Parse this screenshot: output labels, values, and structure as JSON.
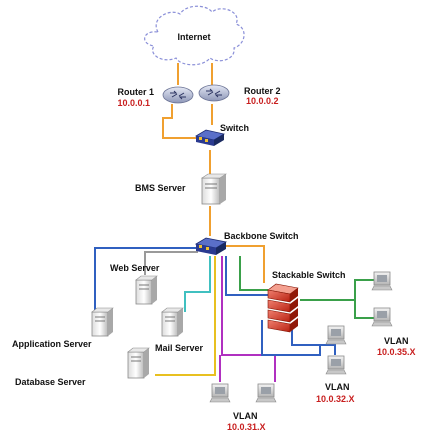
{
  "colors": {
    "orange": "#f0a030",
    "purple": "#b030c0",
    "green": "#3aa04a",
    "yellow": "#e8c020",
    "teal": "#40c0c0",
    "blue": "#3060c0",
    "gray": "#9a9a9a",
    "ip_red": "#c81e1e"
  },
  "nodes": {
    "internet": {
      "label": "Internet",
      "icon": "cloud-icon"
    },
    "router1": {
      "label": "Router 1",
      "ip": "10.0.0.1",
      "icon": "router-icon"
    },
    "router2": {
      "label": "Router 2",
      "ip": "10.0.0.2",
      "icon": "router-icon"
    },
    "switch": {
      "label": "Switch",
      "icon": "switch-icon"
    },
    "bms_server": {
      "label": "BMS Server",
      "icon": "server-icon"
    },
    "backbone_switch": {
      "label": "Backbone Switch",
      "icon": "switch-icon"
    },
    "web_server": {
      "label": "Web Server",
      "icon": "server-icon"
    },
    "application_server": {
      "label": "Application Server",
      "icon": "server-icon"
    },
    "mail_server": {
      "label": "Mail Server",
      "icon": "server-icon"
    },
    "database_server": {
      "label": "Database Server",
      "icon": "server-icon"
    },
    "stackable_switch": {
      "label": "Stackable Switch",
      "icon": "stackable-switch-icon"
    },
    "vlan_31": {
      "label": "VLAN",
      "ip": "10.0.31.X",
      "icon": "workstation-icon"
    },
    "vlan_32": {
      "label": "VLAN",
      "ip": "10.0.32.X",
      "icon": "workstation-icon"
    },
    "vlan_35": {
      "label": "VLAN",
      "ip": "10.0.35.X",
      "icon": "workstation-icon"
    }
  }
}
